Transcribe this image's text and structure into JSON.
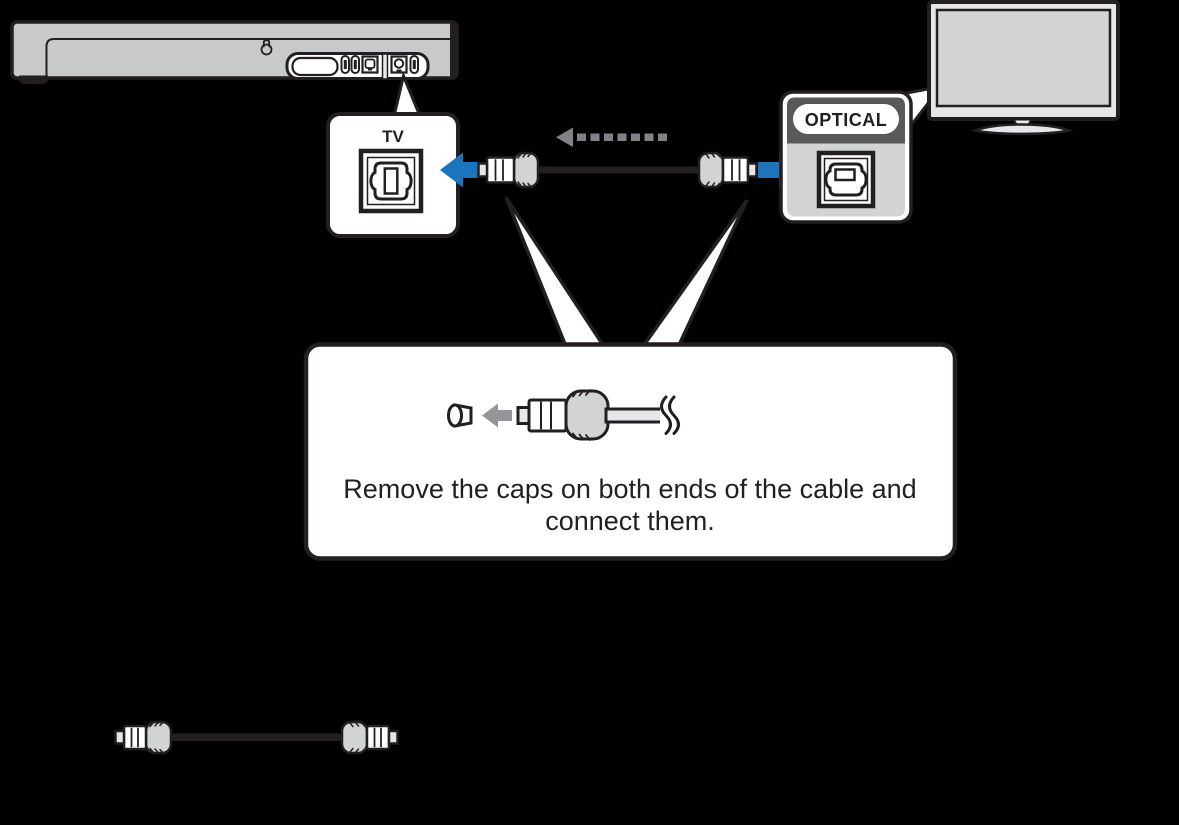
{
  "colors": {
    "bg": "#000000",
    "outline": "#231f20",
    "white": "#ffffff",
    "bar": "#c8c9cb",
    "light": "#e6e7e8",
    "mid": "#d1d3d4",
    "header": "#58595b",
    "blue": "#1b75bc",
    "dash": "#808285",
    "caparrow": "#939598"
  },
  "diagram": {
    "soundbar_port_callout": {
      "label": "TV"
    },
    "tv_port_callout": {
      "label": "OPTICAL"
    },
    "instruction_callout": {
      "line1": "Remove the caps on both ends of the cable and",
      "line2": "connect them."
    }
  }
}
